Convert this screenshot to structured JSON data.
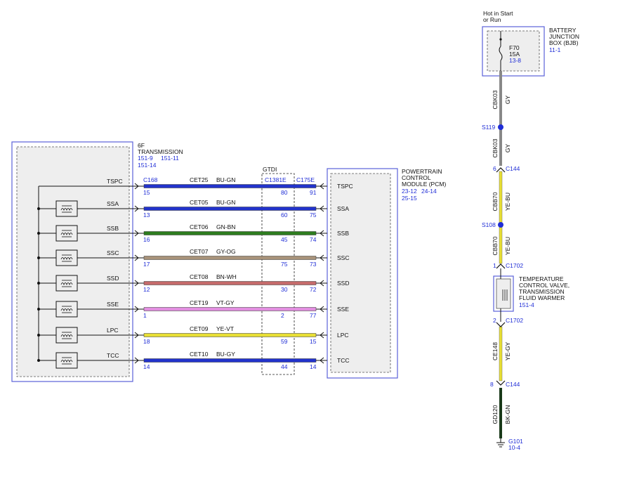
{
  "transmission": {
    "name": [
      "6F",
      "TRANSMISSION"
    ],
    "refs": [
      "151-9",
      "151-11",
      "151-14"
    ],
    "connector": "C168"
  },
  "gtdi": {
    "name": "GTDI",
    "connector_a": "C1381E",
    "connector_b": "C175E"
  },
  "pcm": {
    "name": [
      "POWERTRAIN",
      "CONTROL",
      "MODULE (PCM)"
    ],
    "refs": [
      "23-12",
      "24-14",
      "25-15"
    ]
  },
  "wires": [
    {
      "signal": "TSPC",
      "circuit": "CET25",
      "color_code": "BU-GN",
      "pin_trans": "15",
      "pin_gtdi": "80",
      "pin_pcm": "91",
      "color": "#2233cc",
      "stripe": "#2233cc"
    },
    {
      "signal": "SSA",
      "circuit": "CET05",
      "color_code": "BU-GN",
      "pin_trans": "13",
      "pin_gtdi": "60",
      "pin_pcm": "75",
      "color": "#2233cc",
      "stripe": "#2233cc"
    },
    {
      "signal": "SSB",
      "circuit": "CET06",
      "color_code": "GN-BN",
      "pin_trans": "16",
      "pin_gtdi": "45",
      "pin_pcm": "74",
      "color": "#2e7d1f",
      "stripe": "#2e7d1f"
    },
    {
      "signal": "SSC",
      "circuit": "CET07",
      "color_code": "GY-OG",
      "pin_trans": "17",
      "pin_gtdi": "75",
      "pin_pcm": "73",
      "color": "#a8937a",
      "stripe": "#a8937a"
    },
    {
      "signal": "SSD",
      "circuit": "CET08",
      "color_code": "BN-WH",
      "pin_trans": "12",
      "pin_gtdi": "30",
      "pin_pcm": "72",
      "color": "#c56b6b",
      "stripe": "#c56b6b"
    },
    {
      "signal": "SSE",
      "circuit": "CET19",
      "color_code": "VT-GY",
      "pin_trans": "1",
      "pin_gtdi": "2",
      "pin_pcm": "77",
      "color": "#e28ee0",
      "stripe": "#e28ee0"
    },
    {
      "signal": "LPC",
      "circuit": "CET09",
      "color_code": "YE-VT",
      "pin_trans": "18",
      "pin_gtdi": "59",
      "pin_pcm": "15",
      "color": "#e8df35",
      "stripe": "#e8df35"
    },
    {
      "signal": "TCC",
      "circuit": "CET10",
      "color_code": "BU-GY",
      "pin_trans": "14",
      "pin_gtdi": "44",
      "pin_pcm": "14",
      "color": "#2233cc",
      "stripe": "#2233cc"
    }
  ],
  "right": {
    "hot_label": [
      "Hot in Start",
      "or Run"
    ],
    "bjb": [
      "BATTERY",
      "JUNCTION",
      "BOX (BJB)"
    ],
    "bjb_ref": "11-1",
    "fuse": "F70",
    "fuse_rating": "15A",
    "fuse_ref": "13-8",
    "seg1_circuit": "CBK03",
    "seg1_color": "GY",
    "splice1": "S119",
    "seg2_circuit": "CBK03",
    "seg2_color": "GY",
    "c144_pin_top": "6",
    "c144": "C144",
    "seg3_circuit": "CBB70",
    "seg3_color": "YE-BU",
    "splice2": "S108",
    "seg4_circuit": "CBB70",
    "seg4_color": "YE-BU",
    "c1702_pin_top": "1",
    "c1702": "C1702",
    "valve": [
      "TEMPERATURE",
      "CONTROL VALVE,",
      "TRANSMISSION",
      "FLUID WARMER"
    ],
    "valve_ref": "151-4",
    "c1702_pin_bot": "2",
    "c1702_b": "C1702",
    "seg5_circuit": "CE148",
    "seg5_color": "YE-GY",
    "c144_pin_bot": "8",
    "c144_b": "C144",
    "seg6_circuit": "GD120",
    "seg6_color": "BK-GN",
    "ground": "G101",
    "ground_ref": "10-4"
  }
}
